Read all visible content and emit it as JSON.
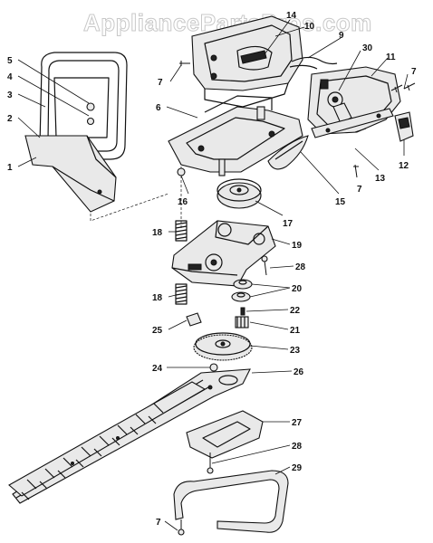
{
  "watermark": "AppliancePartsPros.com",
  "callouts": {
    "p1": "1",
    "p2": "2",
    "p3": "3",
    "p4": "4",
    "p5": "5",
    "p6": "6",
    "p7a": "7",
    "p7b": "7",
    "p7c": "7",
    "p7d": "7",
    "p9": "9",
    "p10": "10",
    "p11": "11",
    "p12": "12",
    "p13": "13",
    "p14": "14",
    "p15": "15",
    "p16": "16",
    "p17": "17",
    "p18a": "18",
    "p18b": "18",
    "p19": "19",
    "p20": "20",
    "p21": "21",
    "p22": "22",
    "p23": "23",
    "p24": "24",
    "p25": "25",
    "p26": "26",
    "p27": "27",
    "p28a": "28",
    "p28b": "28",
    "p29": "29",
    "p30": "30"
  }
}
